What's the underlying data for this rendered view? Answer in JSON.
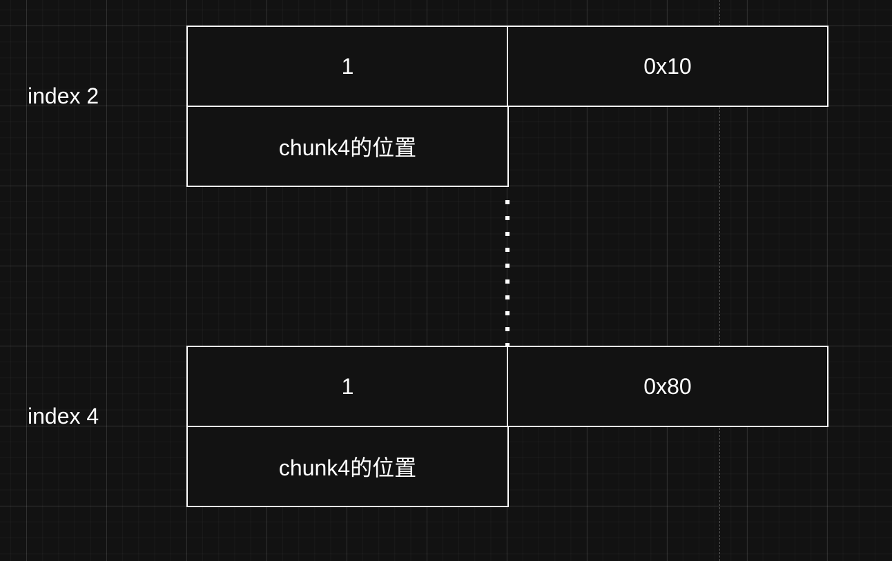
{
  "entries": [
    {
      "label": "index 2",
      "first_value": "1",
      "second_value": "0x10",
      "pointer_text": "chunk4的位置"
    },
    {
      "label": "index 4",
      "first_value": "1",
      "second_value": "0x80",
      "pointer_text": "chunk4的位置"
    }
  ],
  "colors": {
    "background": "#121212",
    "stroke": "#ffffff",
    "text": "#ffffff"
  }
}
